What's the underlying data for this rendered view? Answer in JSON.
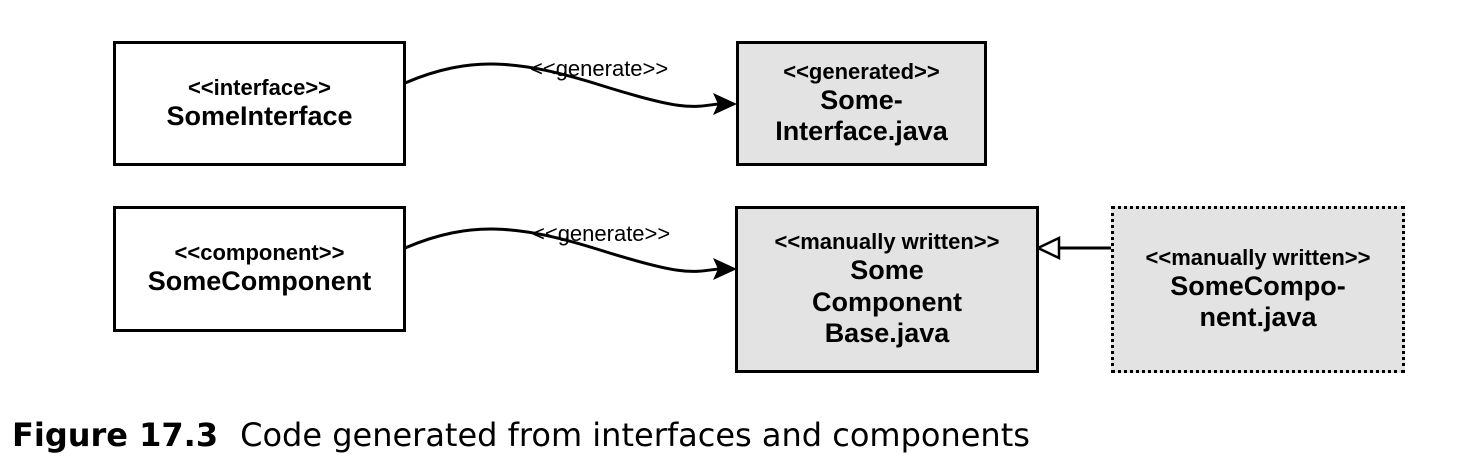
{
  "nodes": {
    "some_interface": {
      "stereotype": "<<interface>>",
      "name": "SomeInterface"
    },
    "some_interface_java": {
      "stereotype": "<<generated>>",
      "name_line1": "Some-",
      "name_line2": "Interface.java"
    },
    "some_component": {
      "stereotype": "<<component>>",
      "name": "SomeComponent"
    },
    "some_component_base_java": {
      "stereotype": "<<manually written>>",
      "name_line1": "Some",
      "name_line2": "Component",
      "name_line3": "Base.java"
    },
    "some_component_java": {
      "stereotype": "<<manually written>>",
      "name_line1": "SomeCompo-",
      "name_line2": "nent.java"
    }
  },
  "edges": {
    "interface_generate_label": "<<generate>>",
    "component_generate_label": "<<generate>>"
  },
  "caption": {
    "figure_number": "Figure 17.3",
    "text": "Code generated from interfaces and components"
  },
  "colors": {
    "generated_fill": "#e3e3e3",
    "plain_fill": "#ffffff",
    "line": "#000000"
  }
}
